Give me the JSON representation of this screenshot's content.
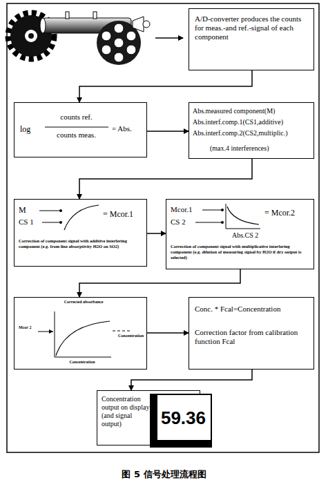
{
  "diagram": {
    "caption": "图 5 信号处理流程图",
    "nodes": [
      {
        "text": [
          "A/D-converter produces the counts for meas.-and ref.-signal of each component"
        ]
      },
      {
        "text": [
          "log",
          "counts ref.",
          "counts meas.",
          "= Abs."
        ]
      },
      {
        "text": [
          "Abs.measured component(M)",
          "Abs.interf.comp.1(CS1,additive)",
          "Abs.interf.comp.2(CS2,multiplic.)",
          "(max.4 interferences)"
        ]
      },
      {
        "text": [
          "M",
          "CS 1",
          "= Mcor.1",
          "Correction of component signal with additive interfering component (e.g. from line absorptivity H2O on SO2)"
        ]
      },
      {
        "text": [
          "Mcor.1",
          "CS 2",
          "= Mcor.2",
          "Abs.CS 2",
          "Correction of component signal with multiplicative interfering component (e.g. dilution of measuring signal by H2O if dry output is selected)"
        ]
      },
      {
        "text": [
          "Corrected absorbance",
          "Mcor 2",
          "Concentration",
          "Concentration"
        ]
      },
      {
        "text": [
          "Conc. * Fcal=Concentration",
          "Correction factor from calibration function Fcal"
        ]
      },
      {
        "text": [
          "Concentration output on display (and signal output)"
        ]
      },
      {
        "text": [
          "59.36"
        ]
      }
    ],
    "edges": [
      {
        "from": 0,
        "to": 1,
        "arrow": "to"
      },
      {
        "from": 1,
        "to": 2,
        "arrow": "to"
      },
      {
        "from": 2,
        "to": 3,
        "arrow": "to"
      },
      {
        "from": 3,
        "to": 4,
        "arrow": "to"
      },
      {
        "from": 4,
        "to": 5,
        "arrow": "to"
      },
      {
        "from": 5,
        "to": 6,
        "arrow": "to"
      },
      {
        "from": 6,
        "to": 7,
        "arrow": "to"
      }
    ]
  }
}
